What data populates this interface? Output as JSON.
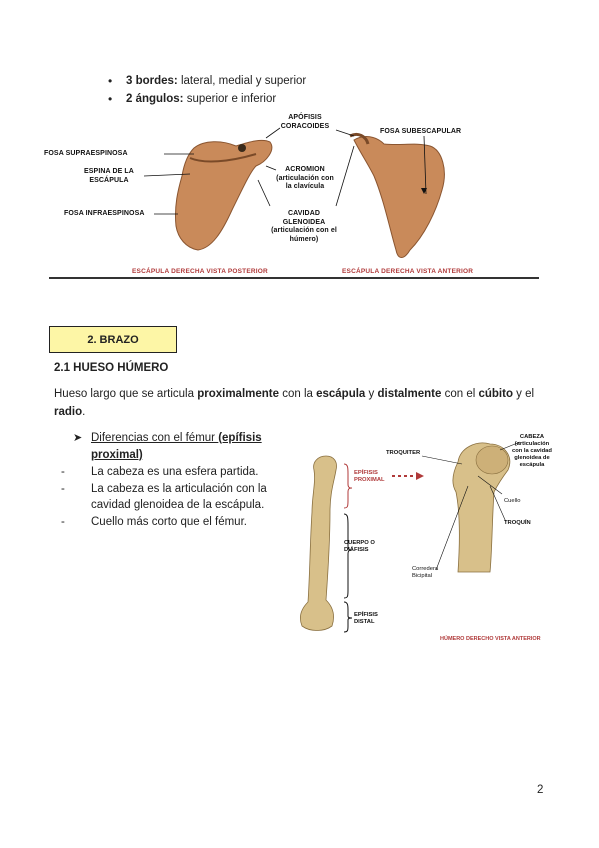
{
  "bullets": [
    {
      "bold": "3 bordes:",
      "text": " lateral, medial y superior"
    },
    {
      "bold": "2 ángulos:",
      "text": " superior e inferior"
    }
  ],
  "scapula_figure": {
    "labels": {
      "apofisis": "APÓFISIS\nCORACOIDES",
      "fosa_subescapular": "FOSA SUBESCAPULAR",
      "fosa_supraespinosa": "FOSA SUPRAESPINOSA",
      "espina": "ESPINA DE LA\nESCÁPULA",
      "acromion": "ACROMION\n(articulación con\nla clavícula",
      "fosa_infraespinosa": "FOSA INFRAESPINOSA",
      "cavidad": "CAVIDAD\nGLENOIDEA\n(articulación con el\nhúmero)"
    },
    "caption_posterior": "ESCÁPULA DERECHA VISTA POSTERIOR",
    "caption_anterior": "ESCÁPULA DERECHA VISTA ANTERIOR",
    "bone_color": "#c98a5a"
  },
  "section": {
    "title": "2. BRAZO",
    "color": "#fdf6a6"
  },
  "subsection": "2.1 HUESO HÚMERO",
  "paragraph": {
    "t1": "Hueso largo que se articula ",
    "b1": "proximalmente",
    "t2": " con la ",
    "b2": "escápula",
    "t3": " y ",
    "b3": "distalmente",
    "t4": " con el ",
    "b4": "cúbito",
    "t5": " y el",
    "b5": "radio",
    "t6": "."
  },
  "list": {
    "heading_plain": "Diferencias con el fémur ",
    "heading_bold": "(epífisis proximal)",
    "items": [
      "La cabeza es una esfera partida.",
      "La cabeza es la articulación con la cavidad glenoidea de la escápula.",
      "Cuello más corto que el fémur."
    ]
  },
  "humerus_figure": {
    "labels": {
      "epifisis_proximal": "EPÍFISIS\nPROXIMAL",
      "cuerpo": "CUERPO O\nDIÁFISIS",
      "epifisis_distal": "EPÍFISIS\nDISTAL",
      "troquiter": "TROQUITER",
      "cabeza": "CABEZA\n(articulación\ncon la cavidad\nglenoidea de\nescápula",
      "cuello": "Cuello",
      "troquin": "TROQUÍN",
      "corredera": "Corredera\nBicipital"
    },
    "caption": "HÚMERO DERECHO VISTA ANTERIOR",
    "bone_color": "#d8c08a"
  },
  "page_number": "2"
}
